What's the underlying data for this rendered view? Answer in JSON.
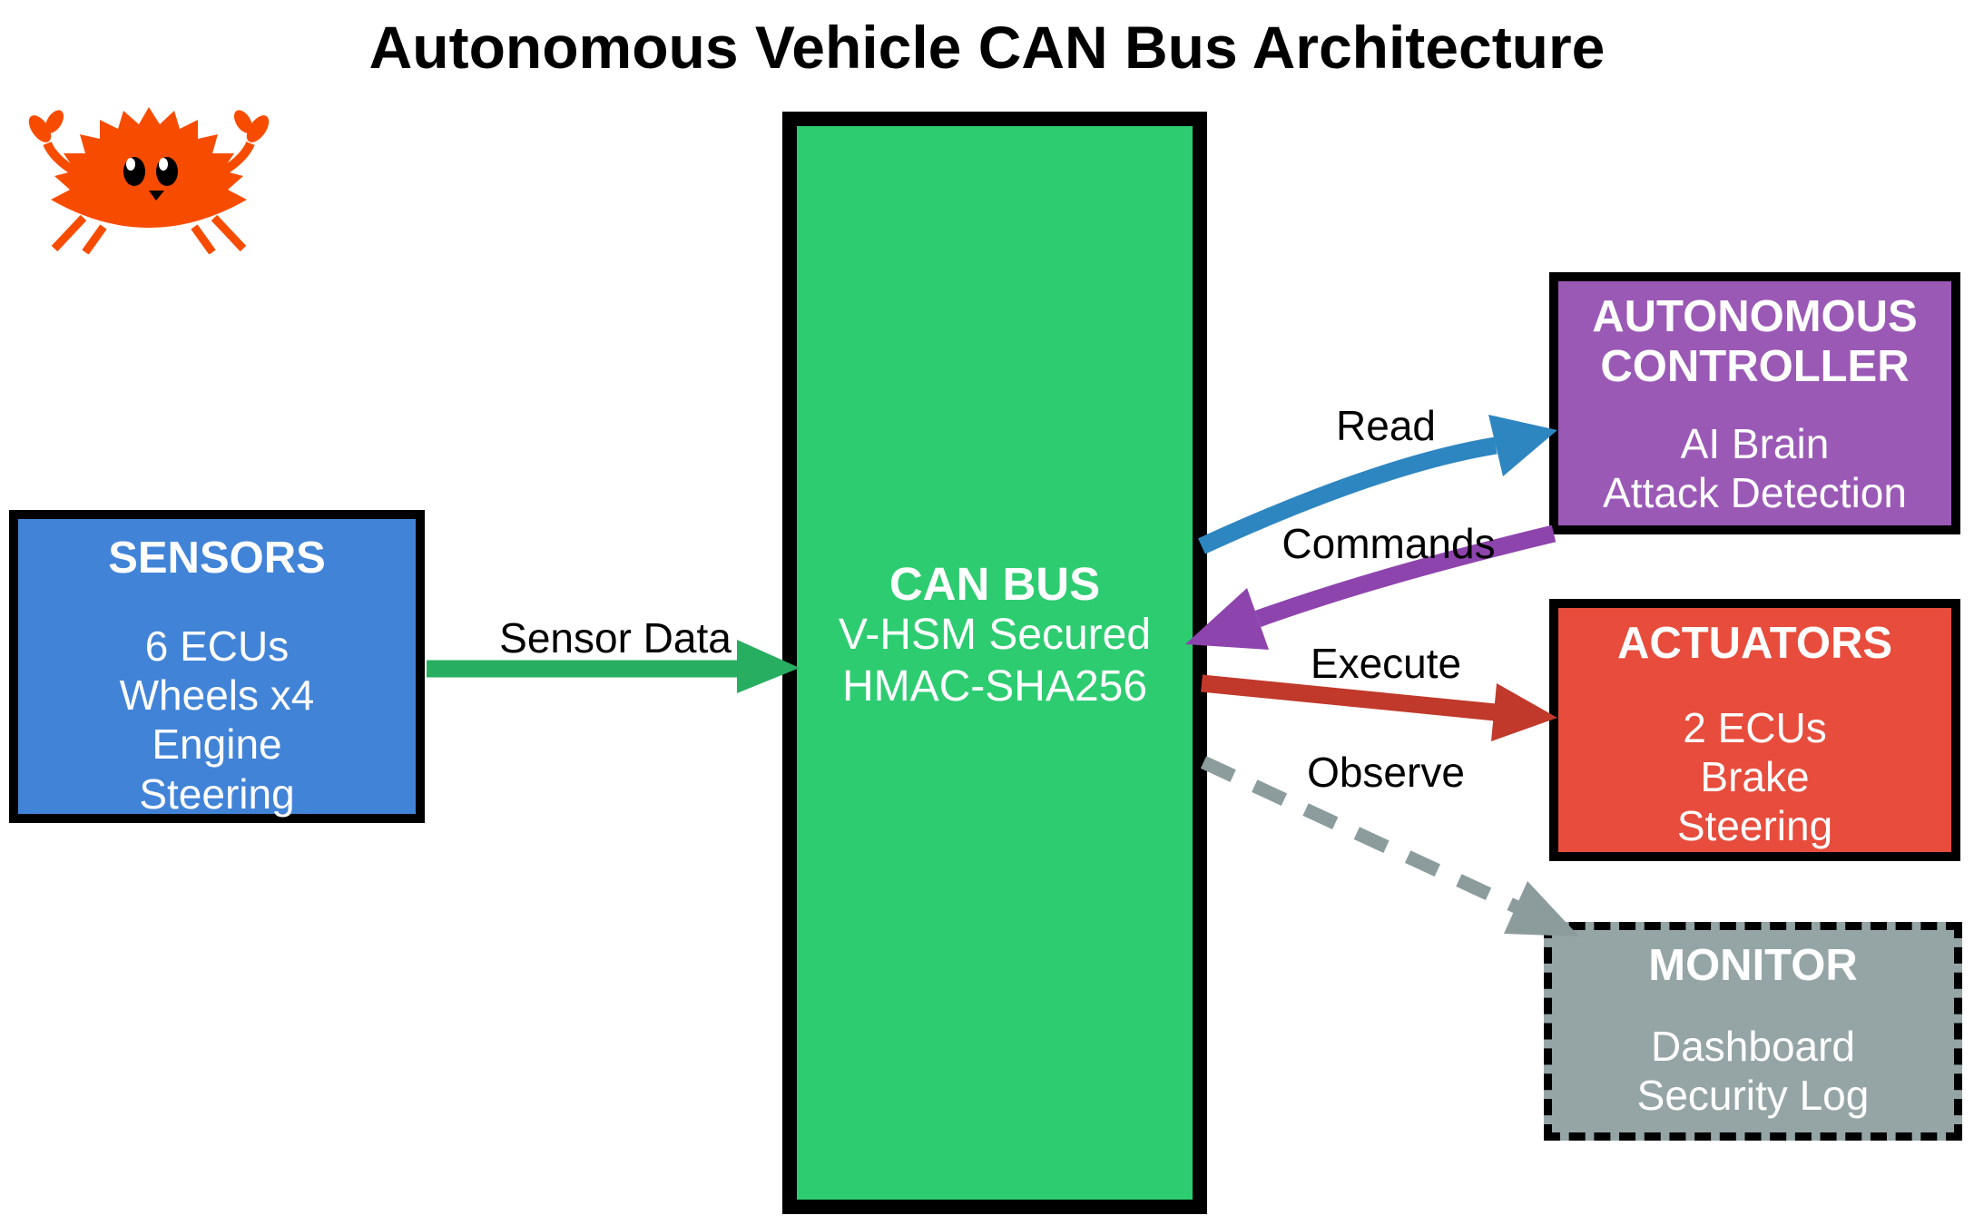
{
  "diagram": {
    "title": "Autonomous Vehicle CAN Bus Architecture",
    "logo": "ferris-rust-crab"
  },
  "nodes": {
    "sensors": {
      "title": "SENSORS",
      "lines": [
        "6 ECUs",
        "Wheels x4",
        "Engine",
        "Steering"
      ],
      "color": "#4183d7"
    },
    "can_bus": {
      "title": "CAN BUS",
      "lines": [
        "V-HSM Secured",
        "HMAC-SHA256"
      ],
      "color": "#2ecc71"
    },
    "controller": {
      "title": "AUTONOMOUS CONTROLLER",
      "lines": [
        "AI Brain",
        "Attack Detection"
      ],
      "color": "#9b59b6"
    },
    "actuators": {
      "title": "ACTUATORS",
      "lines": [
        "2 ECUs",
        "Brake",
        "Steering"
      ],
      "color": "#e74c3c"
    },
    "monitor": {
      "title": "MONITOR",
      "lines": [
        "Dashboard",
        "Security Log"
      ],
      "color": "#95a5a6",
      "border_style": "dashed"
    }
  },
  "edges": {
    "sensor_data": {
      "label": "Sensor Data",
      "from": "sensors",
      "to": "can_bus",
      "color": "#27ae60",
      "style": "solid"
    },
    "read": {
      "label": "Read",
      "from": "can_bus",
      "to": "controller",
      "color": "#2e86c1",
      "style": "solid-curved"
    },
    "commands": {
      "label": "Commands",
      "from": "controller",
      "to": "can_bus",
      "color": "#8e44ad",
      "style": "solid-curved"
    },
    "execute": {
      "label": "Execute",
      "from": "can_bus",
      "to": "actuators",
      "color": "#c0392b",
      "style": "solid"
    },
    "observe": {
      "label": "Observe",
      "from": "can_bus",
      "to": "monitor",
      "color": "#8c9c9d",
      "style": "dashed"
    }
  }
}
